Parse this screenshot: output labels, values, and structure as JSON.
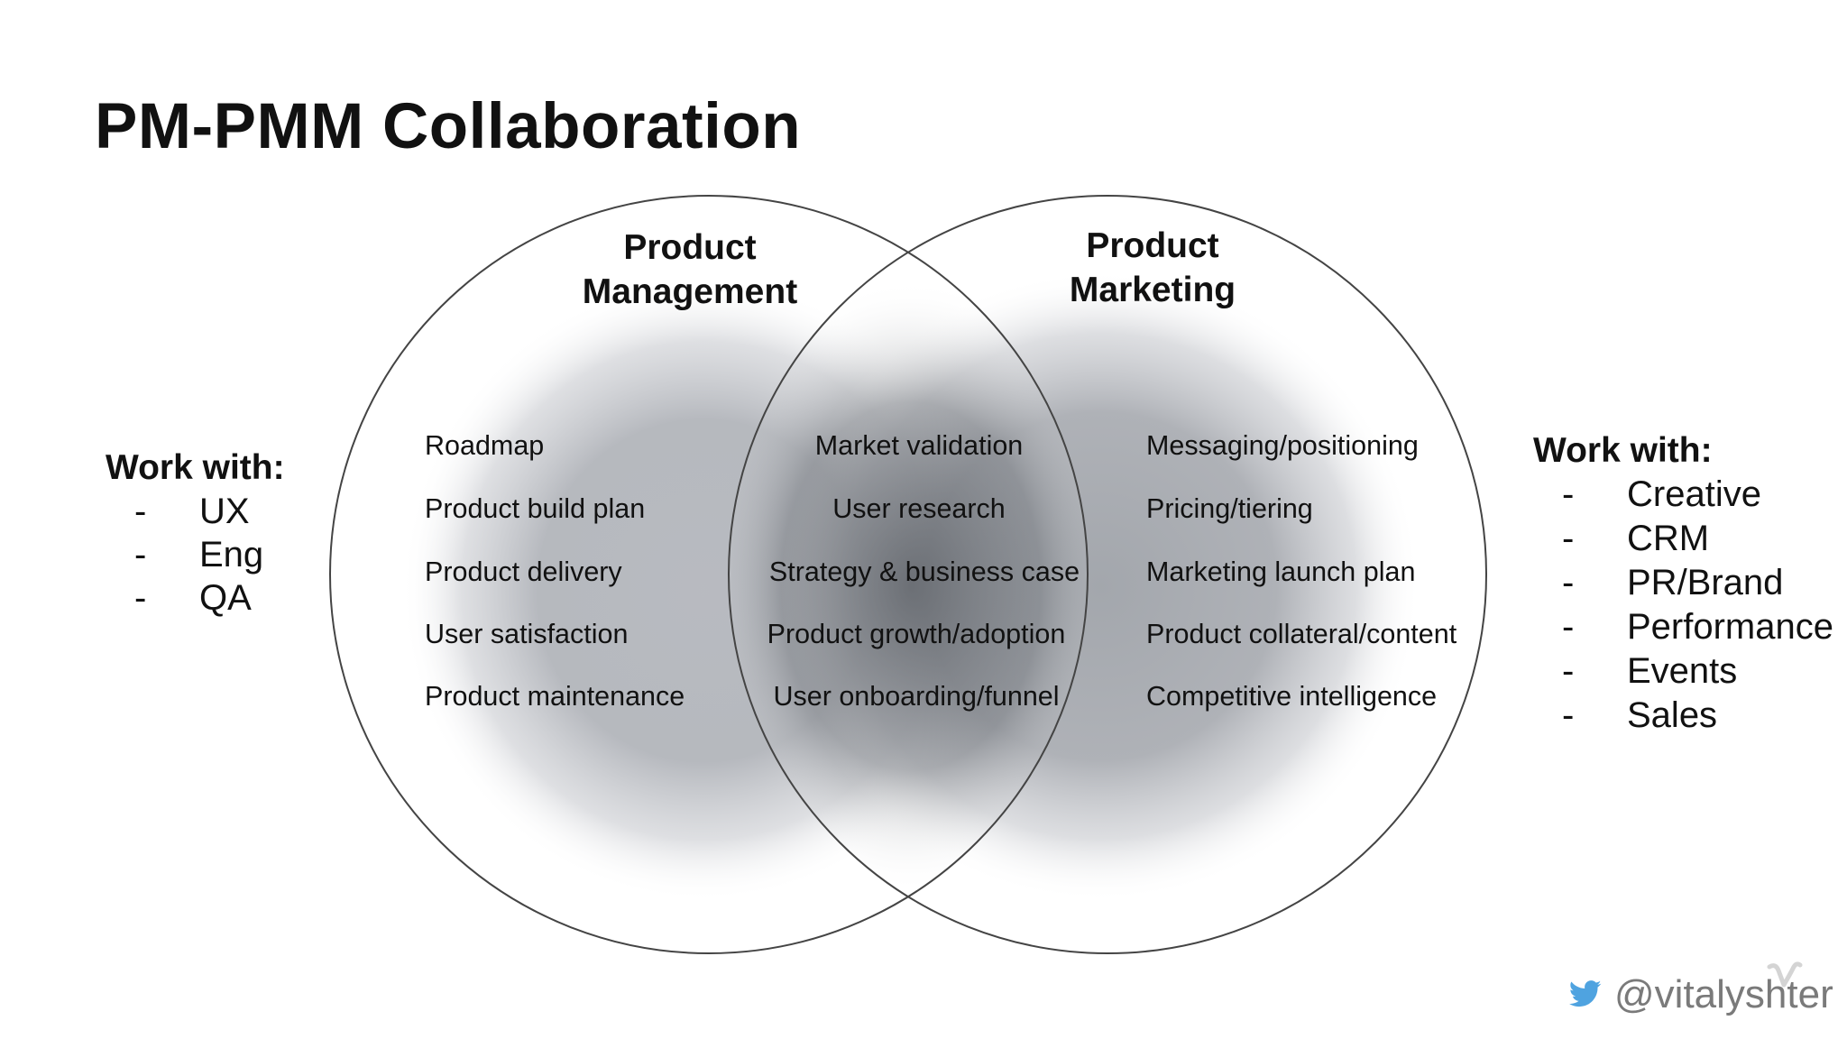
{
  "title": "PM-PMM Collaboration",
  "circles": {
    "left": {
      "heading_line1": "Product",
      "heading_line2": "Management",
      "items": [
        "Roadmap",
        "Product build plan",
        "Product delivery",
        "User satisfaction",
        "Product maintenance"
      ]
    },
    "overlap": {
      "items": [
        "Market validation",
        "User research",
        "Strategy & business case",
        "Product growth/adoption",
        "User onboarding/funnel"
      ]
    },
    "right": {
      "heading_line1": "Product",
      "heading_line2": "Marketing",
      "items": [
        "Messaging/positioning",
        "Pricing/tiering",
        "Marketing launch plan",
        "Product collateral/content",
        "Competitive intelligence"
      ]
    }
  },
  "left_side": {
    "heading": "Work with:",
    "dash": "-",
    "items": [
      "UX",
      "Eng",
      "QA"
    ]
  },
  "right_side": {
    "heading": "Work with:",
    "dash": "-",
    "items": [
      "Creative",
      "CRM",
      "PR/Brand",
      "Performance",
      "Events",
      "Sales"
    ]
  },
  "footer": {
    "handle": "@vitalyshter",
    "social_icon": "twitter-bird-icon",
    "watermark_icon": "vimeo-v-icon"
  },
  "colors": {
    "text": "#111111",
    "circle_stroke": "#444444",
    "shade": "#8f949b",
    "overlap_shade": "#5f636a",
    "handle": "#7a7a7a",
    "twitter": "#4fa3e0"
  }
}
